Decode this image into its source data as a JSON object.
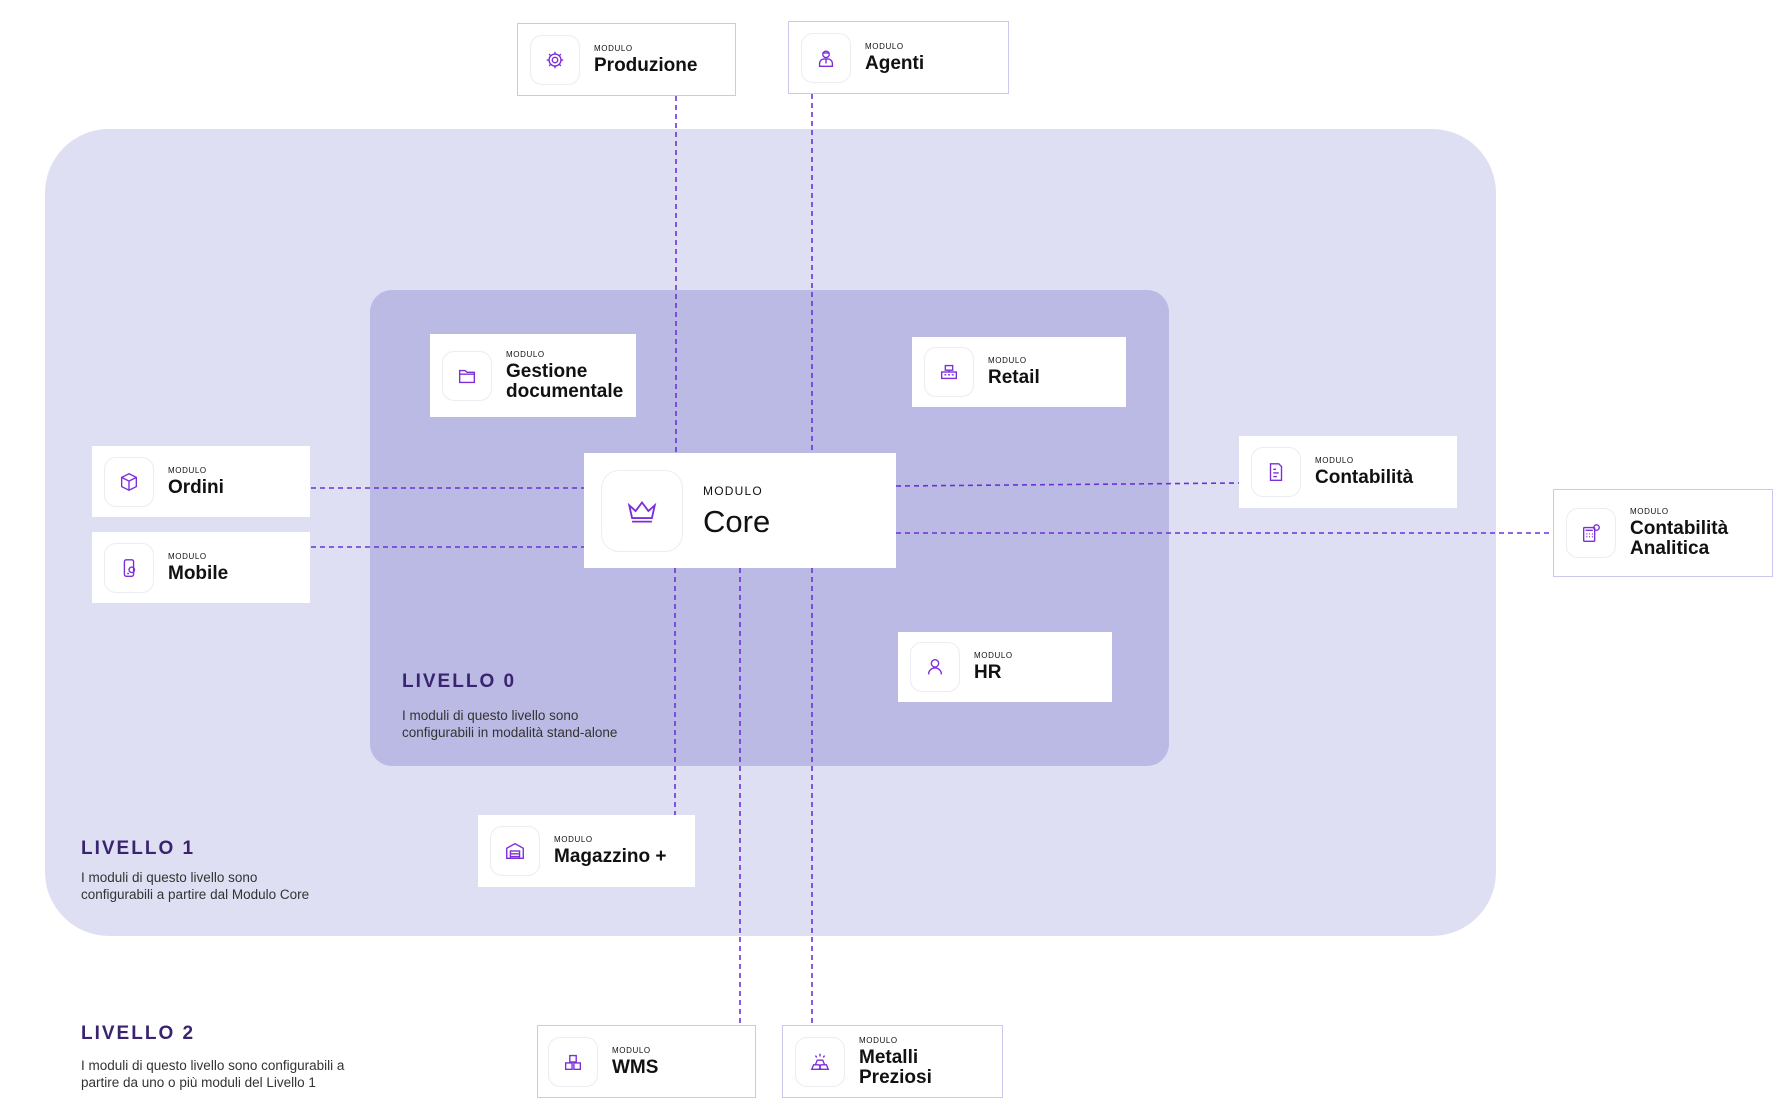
{
  "colors": {
    "accent": "#7b2fd9",
    "connector": "#6a33d6",
    "level1_bg": "#dedff2",
    "level0_bg": "#bbbae5",
    "level_title": "#3a2470"
  },
  "levels": {
    "level0": {
      "title": "LIVELLO 0",
      "description": "I moduli di questo livello sono\nconfigurabili in modalità stand-alone"
    },
    "level1": {
      "title": "LIVELLO 1",
      "description": "I moduli di questo livello sono\nconfigurabili a partire dal Modulo Core"
    },
    "level2": {
      "title": "LIVELLO 2",
      "description": "I moduli di questo livello sono configurabili a\npartire da uno o più moduli del Livello 1"
    }
  },
  "modules": {
    "core": {
      "kicker": "MODULO",
      "name": "Core",
      "icon": "crown-icon"
    },
    "produzione": {
      "kicker": "MODULO",
      "name": "Produzione",
      "icon": "gear-icon"
    },
    "agenti": {
      "kicker": "MODULO",
      "name": "Agenti",
      "icon": "agent-icon"
    },
    "gestione": {
      "kicker": "MODULO",
      "name": "Gestione\ndocumentale",
      "icon": "folder-icon"
    },
    "retail": {
      "kicker": "MODULO",
      "name": "Retail",
      "icon": "cash-register-icon"
    },
    "ordini": {
      "kicker": "MODULO",
      "name": "Ordini",
      "icon": "box-icon"
    },
    "mobile": {
      "kicker": "MODULO",
      "name": "Mobile",
      "icon": "mobile-icon"
    },
    "contabilita": {
      "kicker": "MODULO",
      "name": "Contabilità",
      "icon": "invoice-icon"
    },
    "analitica": {
      "kicker": "MODULO",
      "name": "Contabilità\nAnalitica",
      "icon": "calculator-icon"
    },
    "hr": {
      "kicker": "MODULO",
      "name": "HR",
      "icon": "person-icon"
    },
    "magazzino": {
      "kicker": "MODULO",
      "name": "Magazzino +",
      "icon": "warehouse-icon"
    },
    "wms": {
      "kicker": "MODULO",
      "name": "WMS",
      "icon": "boxes-icon"
    },
    "metalli": {
      "kicker": "MODULO",
      "name": "Metalli\nPreziosi",
      "icon": "gold-bars-icon"
    }
  }
}
